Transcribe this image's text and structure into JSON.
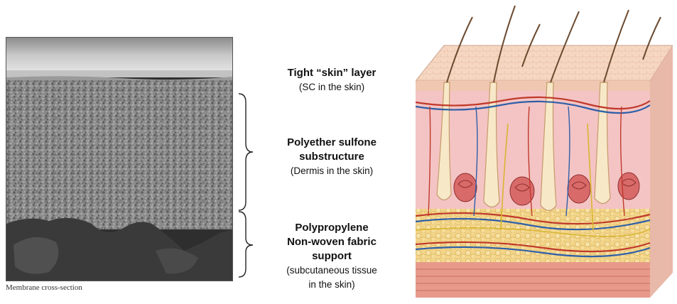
{
  "caption": "Membrane cross-section",
  "labels": {
    "skin_layer": {
      "title": "Tight “skin” layer",
      "sub": "(SC in the skin)"
    },
    "substructure": {
      "title_line1": "Polyether sulfone",
      "title_line2": "substructure",
      "sub": "(Dermis in the skin)"
    },
    "fabric": {
      "title_line1": "Polypropylene",
      "title_line2": "Non-woven fabric",
      "title_line3": "support",
      "sub_line1": "(subcutaneous tissue",
      "sub_line2": "in the skin)"
    }
  }
}
